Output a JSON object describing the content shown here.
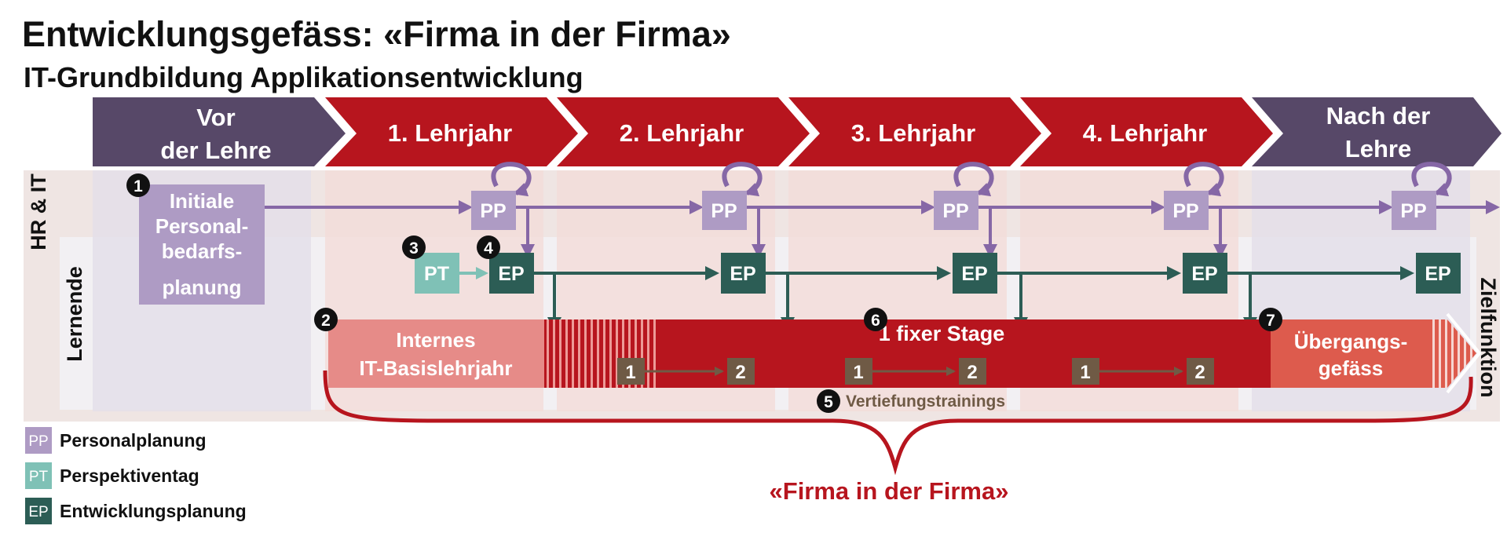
{
  "title": "Entwicklungsgefäss: «Firma in der Firma»",
  "subtitle": "IT-Grundbildung Applikationsentwicklung",
  "phases": [
    {
      "line1": "Vor",
      "line2": "der Lehre"
    },
    {
      "line1": "1. Lehrjahr",
      "line2": ""
    },
    {
      "line1": "2. Lehrjahr",
      "line2": ""
    },
    {
      "line1": "3. Lehrjahr",
      "line2": ""
    },
    {
      "line1": "4. Lehrjahr",
      "line2": ""
    },
    {
      "line1": "Nach der",
      "line2": "Lehre"
    }
  ],
  "row_labels": {
    "hr_it": "HR & IT",
    "lernende": "Lernende",
    "zielfunktion": "Zielfunktion"
  },
  "initial": [
    "Initiale",
    "Personal-",
    "bedarfs-",
    "planung"
  ],
  "box_labels": {
    "pp": "PP",
    "pt": "PT",
    "ep": "EP"
  },
  "basis": [
    "Internes",
    "IT-Basislehrjahr"
  ],
  "stage": "1 fixer Stage",
  "uebergang": [
    "Übergangs-",
    "gefäss"
  ],
  "vertiefung": "Vertiefungstrainings",
  "training_numbers": [
    "1",
    "2"
  ],
  "markers": [
    "1",
    "2",
    "3",
    "4",
    "5",
    "6",
    "7"
  ],
  "firma_label": "«Firma in der Firma»",
  "legend": [
    {
      "abbr": "PP",
      "text": "Personalplanung"
    },
    {
      "abbr": "PT",
      "text": "Perspektiventag"
    },
    {
      "abbr": "EP",
      "text": "Entwicklungsplanung"
    }
  ],
  "colors": {
    "purple_dark": "#574868",
    "red": "#b7151e",
    "pp": "#ae9bc4",
    "pt": "#7fc1b6",
    "ep": "#2c5d55",
    "arrow_purple": "#8667a6",
    "arrow_green": "#2c5d55",
    "basis": "#e68b88",
    "uebergang": "#dd5b4d",
    "train": "#6f5a45",
    "firma": "#b7151e"
  }
}
